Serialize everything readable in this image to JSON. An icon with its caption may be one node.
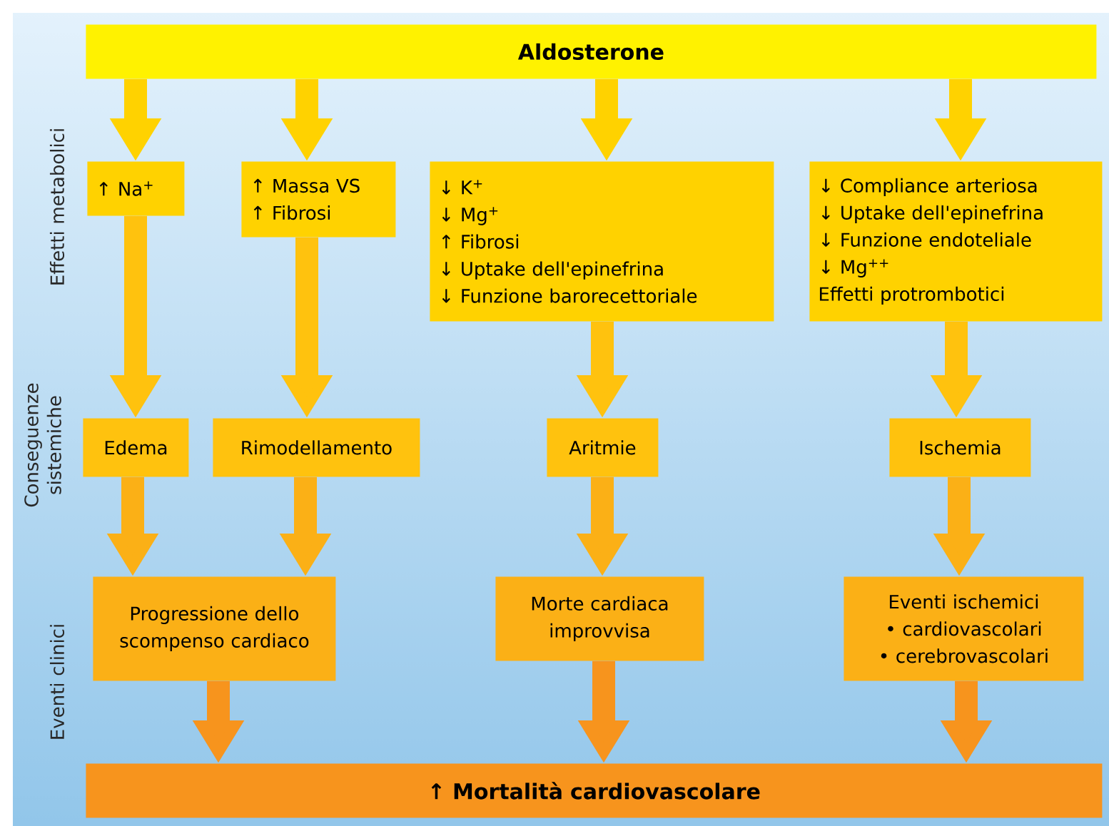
{
  "diagram": {
    "nodes": [
      {
        "text": [
          "Aldosterone"
        ]
      },
      {
        "text": [
          "↑ Na$^{+}$"
        ]
      },
      {
        "text": [
          "↑ Massa VS",
          "↑ Fibrosi"
        ]
      },
      {
        "text": [
          "↓ K$^{+}$",
          "↓ Mg$^{+}$",
          "↑ Fibrosi",
          "↓ Uptake dell'epinefrina",
          "↓ Funzione barorecettoriale"
        ]
      },
      {
        "text": [
          "↓ Compliance arteriosa",
          "↓ Uptake dell'epinefrina",
          "↓ Funzione endoteliale",
          "↓ Mg$^{++}$",
          "Effetti protrombotici"
        ]
      },
      {
        "text": [
          "Edema"
        ]
      },
      {
        "text": [
          "Rimodellamento"
        ]
      },
      {
        "text": [
          "Aritmie"
        ]
      },
      {
        "text": [
          "Ischemia"
        ]
      },
      {
        "text": [
          "Progressione dello scompenso cardiaco"
        ]
      },
      {
        "text": [
          "Morte cardiaca improvvisa"
        ]
      },
      {
        "text": [
          "Eventi ischemici",
          "• cardiovascolari",
          "• cerebrovascolari"
        ]
      },
      {
        "text": [
          "↑ **Mortalità cardiovascolare**"
        ]
      }
    ],
    "edges": [
      {
        "from": 0,
        "to": 1,
        "arrow": "to"
      },
      {
        "from": 0,
        "to": 2,
        "arrow": "to"
      },
      {
        "from": 0,
        "to": 3,
        "arrow": "to"
      },
      {
        "from": 0,
        "to": 4,
        "arrow": "to"
      },
      {
        "from": 1,
        "to": 5,
        "arrow": "to"
      },
      {
        "from": 2,
        "to": 6,
        "arrow": "to"
      },
      {
        "from": 3,
        "to": 7,
        "arrow": "to"
      },
      {
        "from": 4,
        "to": 8,
        "arrow": "to"
      },
      {
        "from": 5,
        "to": 9,
        "arrow": "to"
      },
      {
        "from": 6,
        "to": 9,
        "arrow": "to"
      },
      {
        "from": 7,
        "to": 10,
        "arrow": "to"
      },
      {
        "from": 8,
        "to": 11,
        "arrow": "to"
      },
      {
        "from": 9,
        "to": 12,
        "arrow": "to"
      },
      {
        "from": 10,
        "to": 12,
        "arrow": "to"
      },
      {
        "from": 11,
        "to": 12,
        "arrow": "to"
      }
    ],
    "labels": [
      "Effetti metabolici",
      "Conseguenze sistemiche",
      "Eventi clinici"
    ]
  }
}
